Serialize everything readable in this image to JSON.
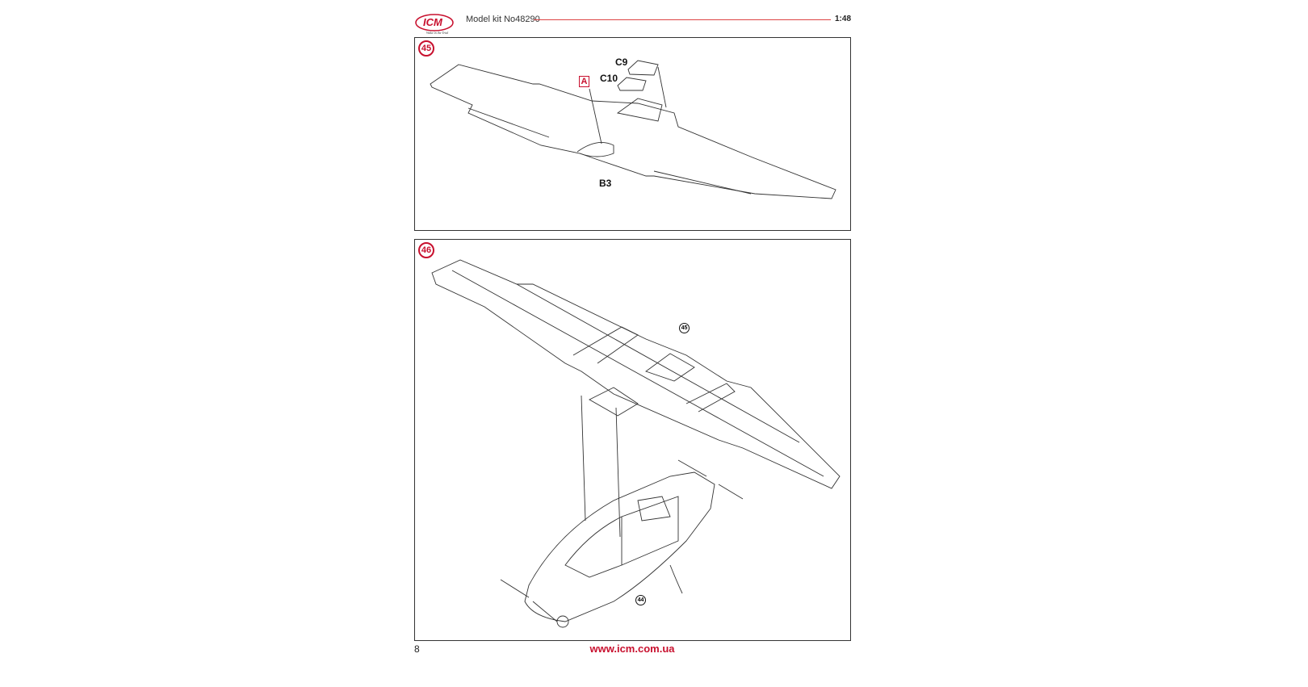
{
  "header": {
    "brand": "ICM",
    "tagline": "Wake in the Trial",
    "kit_label": "Model kit No48290",
    "scale": "1:48",
    "accent_color": "#c8102e"
  },
  "steps": [
    {
      "number": "45",
      "parts": {
        "c9": "C9",
        "c10": "C10",
        "b3": "B3",
        "marker": "A"
      }
    },
    {
      "number": "46",
      "refs": {
        "wing": "45",
        "fuselage": "44"
      }
    }
  ],
  "footer": {
    "page_number": "8",
    "url": "www.icm.com.ua"
  }
}
